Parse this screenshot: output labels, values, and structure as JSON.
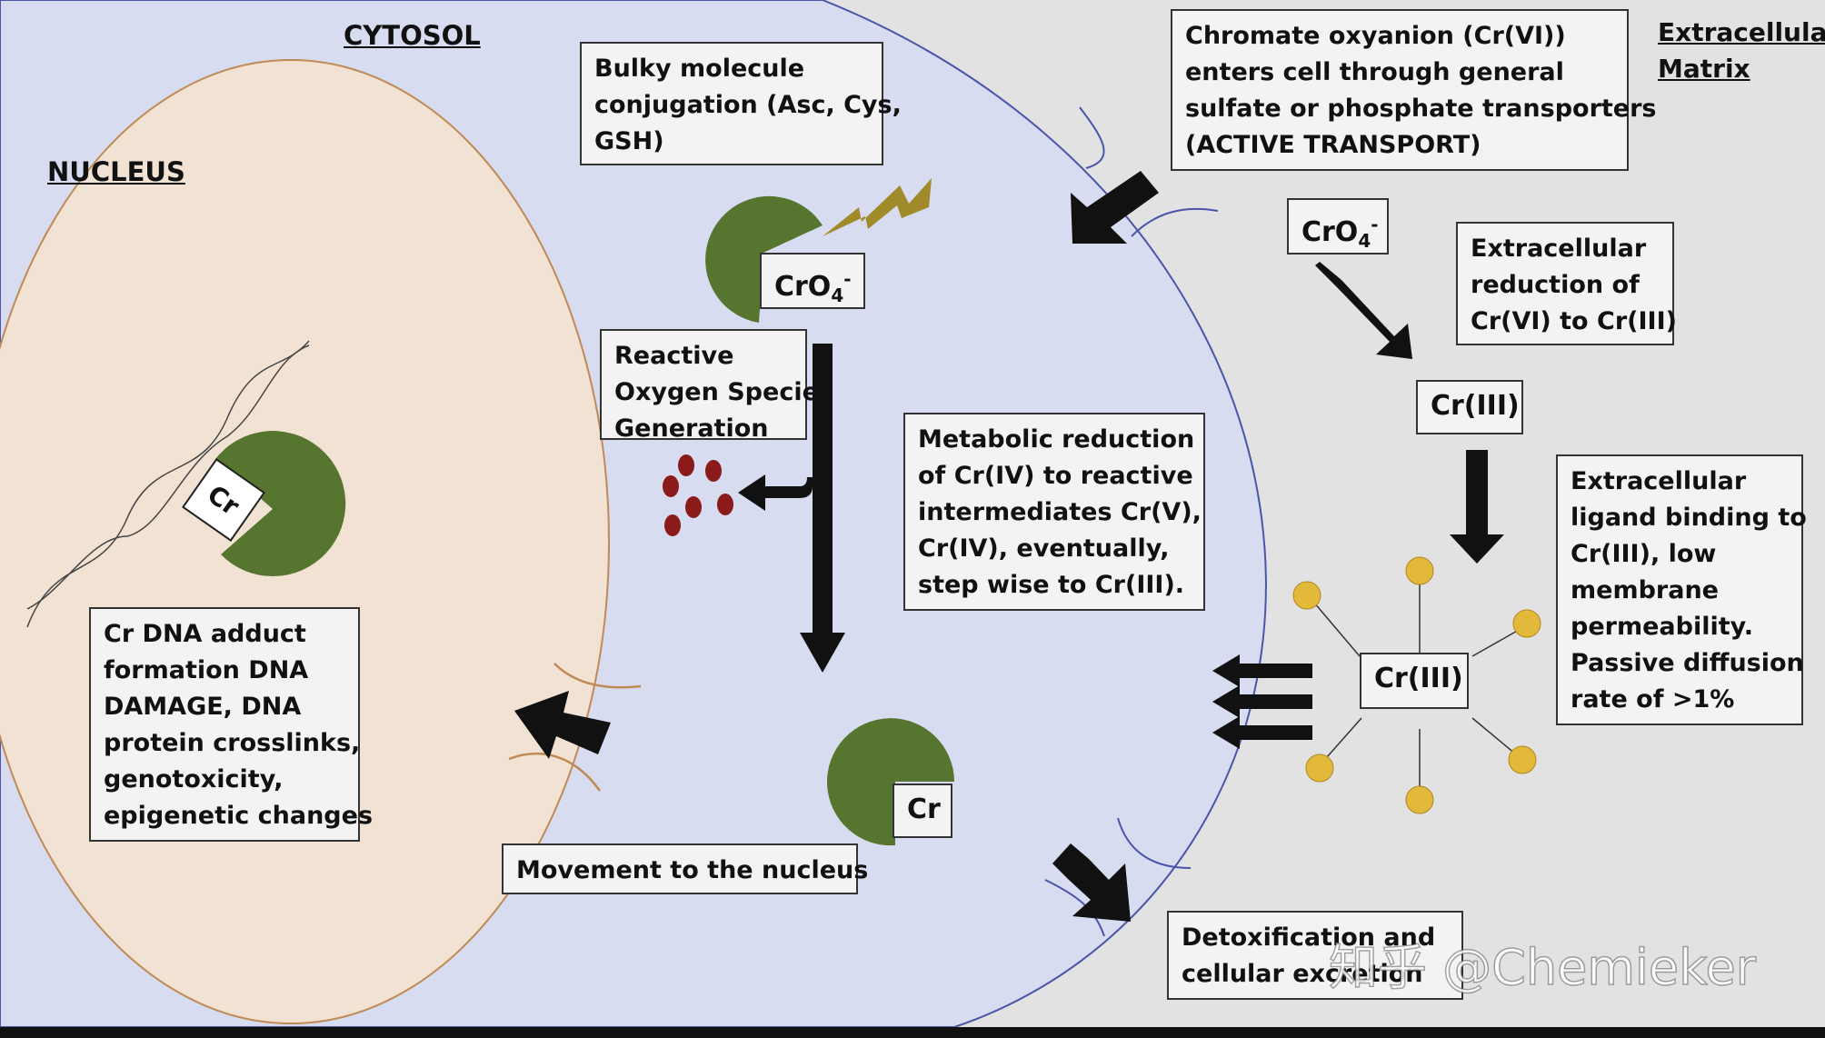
{
  "regions": {
    "cytosol": "CYTOSOL",
    "nucleus": "NUCLEUS",
    "ecm_line1": "Extracellular",
    "ecm_line2": "Matrix"
  },
  "boxes": {
    "bulky": [
      "Bulky molecule",
      "conjugation (Asc, Cys,",
      "GSH)"
    ],
    "chromate_entry": [
      "Chromate oxyanion (Cr(VI))",
      "enters cell through general",
      "sulfate or phosphate transporters",
      "(ACTIVE TRANSPORT)"
    ],
    "ros": [
      "Reactive",
      "Oxygen Species",
      "Generation"
    ],
    "metabolic": [
      "Metabolic reduction",
      "of Cr(IV) to reactive",
      "intermediates Cr(V),",
      "Cr(IV), eventually,",
      "step wise to Cr(III)."
    ],
    "extra_reduction": [
      "Extracellular",
      "reduction of",
      "Cr(VI) to Cr(III)"
    ],
    "ligand": [
      "Extracellular",
      "ligand binding to",
      "Cr(III), low",
      "membrane",
      "permeability.",
      "Passive diffusion",
      "rate of >1%"
    ],
    "dna": [
      "Cr DNA adduct",
      "formation DNA",
      "DAMAGE, DNA",
      "protein crosslinks,",
      "genotoxicity,",
      "epigenetic changes"
    ],
    "movement": "Movement to the nucleus",
    "detox": [
      "Detoxification and",
      "cellular excretion"
    ]
  },
  "chemicals": {
    "cro4_base": "CrO",
    "cro4_sub": "4",
    "cro4_sup": "-",
    "cr3": "Cr(III)",
    "cr": "Cr"
  },
  "watermark": "知乎 @Chemieker",
  "colors": {
    "extracellular": "#e2e2e2",
    "cytosol": "#d8dcf0",
    "nucleus": "#f1e2d3",
    "membrane": "#4a55a8",
    "nuclear_envelope": "#c08a55",
    "protein": "#56752f",
    "ros_dots": "#8b1a1a",
    "ligand": "#e2b93b",
    "lightning": "#a08a2a"
  }
}
